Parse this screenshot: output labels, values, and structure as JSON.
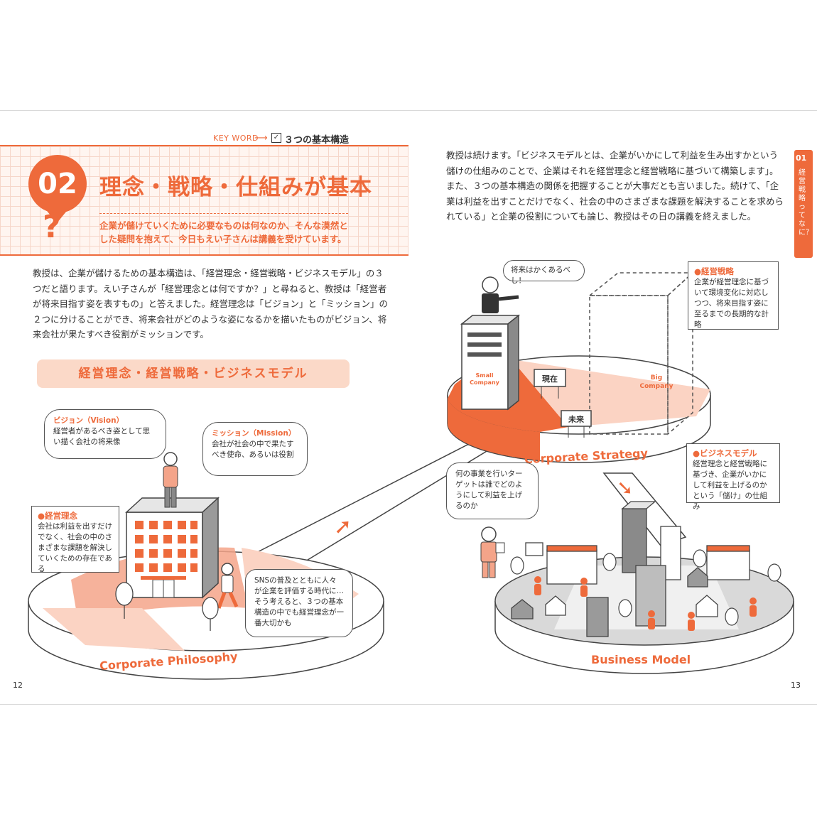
{
  "header": {
    "keyword_label": "KEY WORD",
    "keyword_text": "３つの基本構造",
    "chapter_number": "02",
    "title": "理念・戦略・仕組みが基本",
    "lead": "企業が儲けていくために必要なものは何なのか、そんな漠然とした疑問を抱えて、今日もえい子さんは講義を受けています。"
  },
  "left_body": "教授は、企業が儲けるための基本構造は、「経営理念・経営戦略・ビジネスモデル」の３つだと語ります。えい子さんが「経営理念とは何ですか？」と尋ねると、教授は「経営者が将来目指す姿を表すもの」と答えました。経営理念は「ビジョン」と「ミッション」の２つに分けることができ、将来会社がどのような姿になるかを描いたものがビジョン、将来会社が果たすべき役割がミッションです。",
  "subheading": "経営理念・経営戦略・ビジネスモデル",
  "right_body": "教授は続けます。「ビジネスモデルとは、企業がいかにして利益を生み出すかという儲けの仕組みのことで、企業はそれを経営理念と経営戦略に基づいて構築します」。また、３つの基本構造の関係を把握することが大事だとも言いました。続けて、「企業は利益を出すことだけでなく、社会の中のさまざまな課題を解決することを求められている」と企業の役割についても論じ、教授はその日の講義を終えました。",
  "side_tab": {
    "number": "01",
    "text": "経営戦略ってなに？"
  },
  "page_numbers": {
    "left": "12",
    "right": "13"
  },
  "illustration": {
    "vision": {
      "title": "ビジョン（Vision）",
      "text": "経営者があるべき姿として思い描く会社の将来像"
    },
    "mission": {
      "title": "ミッション（Mission）",
      "text": "会社が社会の中で果たすべき使命、あるいは役割"
    },
    "philosophy_note": {
      "title": "●経営理念",
      "text": "会社は利益を出すだけでなく、社会の中のさまざまな課題を解決していくための存在である"
    },
    "sns_bubble": "SNSの普及とともに人々が企業を評価する時代に…そう考えると、３つの基本構造の中でも経営理念が一番大切かも",
    "strategy_bubble": "将来はかくあるべし！",
    "strategy_note": {
      "title": "●経営戦略",
      "text": "企業が経営理念に基づいて環境変化に対応しつつ、将来目指す姿に至るまでの長期的な計略"
    },
    "business_bubble": "何の事業を行いターゲットは誰でどのようにして利益を上げるのか",
    "business_note": {
      "title": "●ビジネスモデル",
      "text": "経営理念と経営戦略に基づき、企業がいかにして利益を上げるのかという「儲け」の仕組み"
    },
    "small_company": [
      "Small",
      "Company"
    ],
    "big_company": [
      "Big",
      "Company"
    ],
    "sign_present": "現在",
    "sign_future": "未来",
    "label_strategy": "Corporate Strategy",
    "label_philosophy": "Corporate Philosophy",
    "label_business": "Business Model"
  },
  "colors": {
    "accent": "#ee6a3b",
    "accent_light": "#fbd9c8"
  }
}
